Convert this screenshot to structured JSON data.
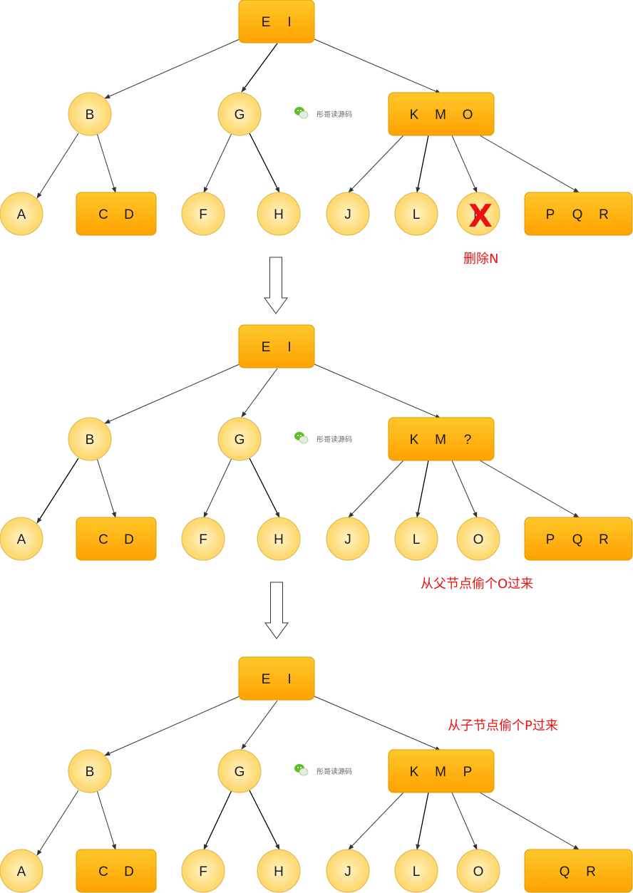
{
  "colors": {
    "rect_top": "#ffc72a",
    "rect_bottom": "#ffa200",
    "rect_border": "#d79b00",
    "circle_center": "#fff2c4",
    "circle_edge": "#ffd667",
    "circle_border": "#d6b656",
    "annotation": "#ee1111"
  },
  "watermark": {
    "icon": "wechat-icon",
    "text": "彤哥读源码"
  },
  "delete_mark": "X",
  "annotations": {
    "delete": "删除N",
    "borrow_parent": "从父节点偷个O过来",
    "borrow_child": "从子节点偷个P过来"
  },
  "steps": [
    {
      "root": [
        "E",
        "I"
      ],
      "level1": {
        "left": "B",
        "middle": "G",
        "right": [
          "K",
          "M",
          "O"
        ]
      },
      "leaves": {
        "a": "A",
        "cd": [
          "C",
          "D"
        ],
        "f": "F",
        "h": "H",
        "j": "J",
        "l": "L",
        "slot": "N",
        "pqr": [
          "P",
          "Q",
          "R"
        ]
      }
    },
    {
      "root": [
        "E",
        "I"
      ],
      "level1": {
        "left": "B",
        "middle": "G",
        "right": [
          "K",
          "M",
          "?"
        ]
      },
      "leaves": {
        "a": "A",
        "cd": [
          "C",
          "D"
        ],
        "f": "F",
        "h": "H",
        "j": "J",
        "l": "L",
        "slot": "O",
        "pqr": [
          "P",
          "Q",
          "R"
        ]
      }
    },
    {
      "root": [
        "E",
        "I"
      ],
      "level1": {
        "left": "B",
        "middle": "G",
        "right": [
          "K",
          "M",
          "P"
        ]
      },
      "leaves": {
        "a": "A",
        "cd": [
          "C",
          "D"
        ],
        "f": "F",
        "h": "H",
        "j": "J",
        "l": "L",
        "slot": "O",
        "pqr": [
          "Q",
          "R"
        ]
      }
    }
  ]
}
